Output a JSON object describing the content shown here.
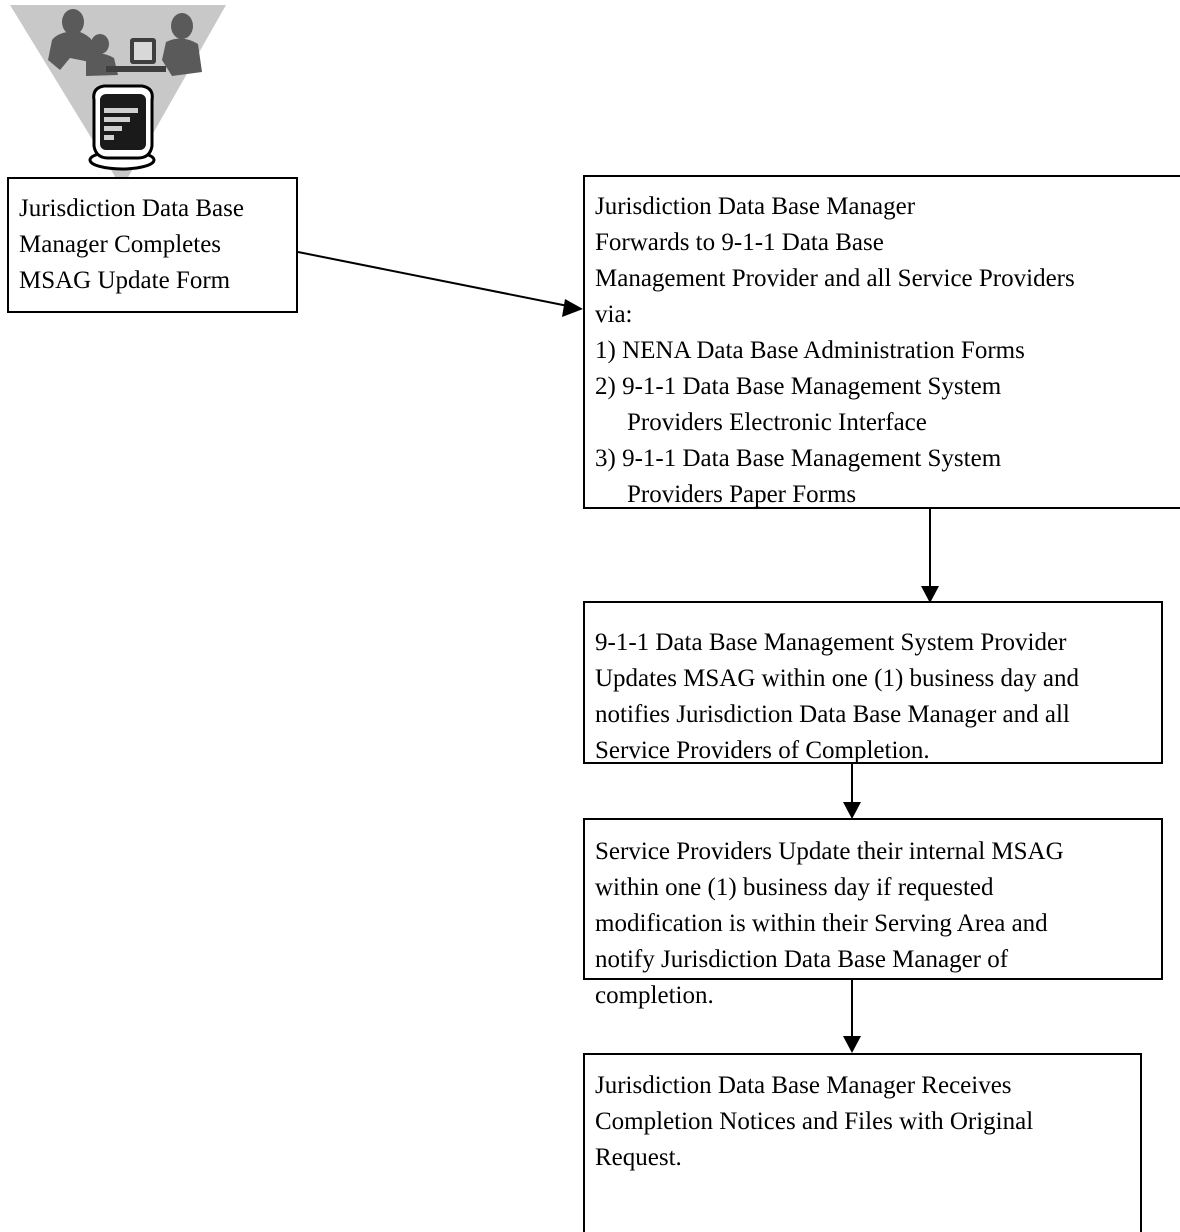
{
  "steps": [
    {
      "id": "complete-form",
      "lines": [
        "Jurisdiction Data Base",
        "Manager  Completes",
        "MSAG Update Form"
      ]
    },
    {
      "id": "forward",
      "lines": [
        "Jurisdiction Data Base Manager",
        "Forwards  to 9-1-1 Data Base",
        "Management Provider and all Service Providers",
        "via:",
        "1) NENA Data Base Administration Forms",
        "2) 9-1-1 Data Base Management System",
        "Providers Electronic Interface",
        "3) 9-1-1 Data Base Management System",
        "Providers Paper Forms"
      ]
    },
    {
      "id": "dbms-update",
      "lines": [
        "9-1-1 Data Base Management System Provider",
        "Updates MSAG within one (1) business day and",
        "notifies Jurisdiction Data Base Manager and all",
        "Service Providers of  Completion."
      ]
    },
    {
      "id": "sp-update",
      "lines": [
        "Service Providers Update their internal MSAG",
        "within one (1) business day if requested",
        "modification is within their Serving Area and",
        "notify Jurisdiction Data Base Manager of",
        "completion."
      ]
    },
    {
      "id": "receive",
      "lines": [
        "Jurisdiction Data Base Manager Receives",
        "Completion Notices and Files with Original",
        "Request."
      ]
    }
  ],
  "clipart": {
    "icon": "people-at-computer-icon"
  },
  "colors": {
    "stroke": "#000000",
    "fill": "#ffffff",
    "clipart_gray": "#c0c0c0",
    "clipart_dark": "#595959"
  }
}
